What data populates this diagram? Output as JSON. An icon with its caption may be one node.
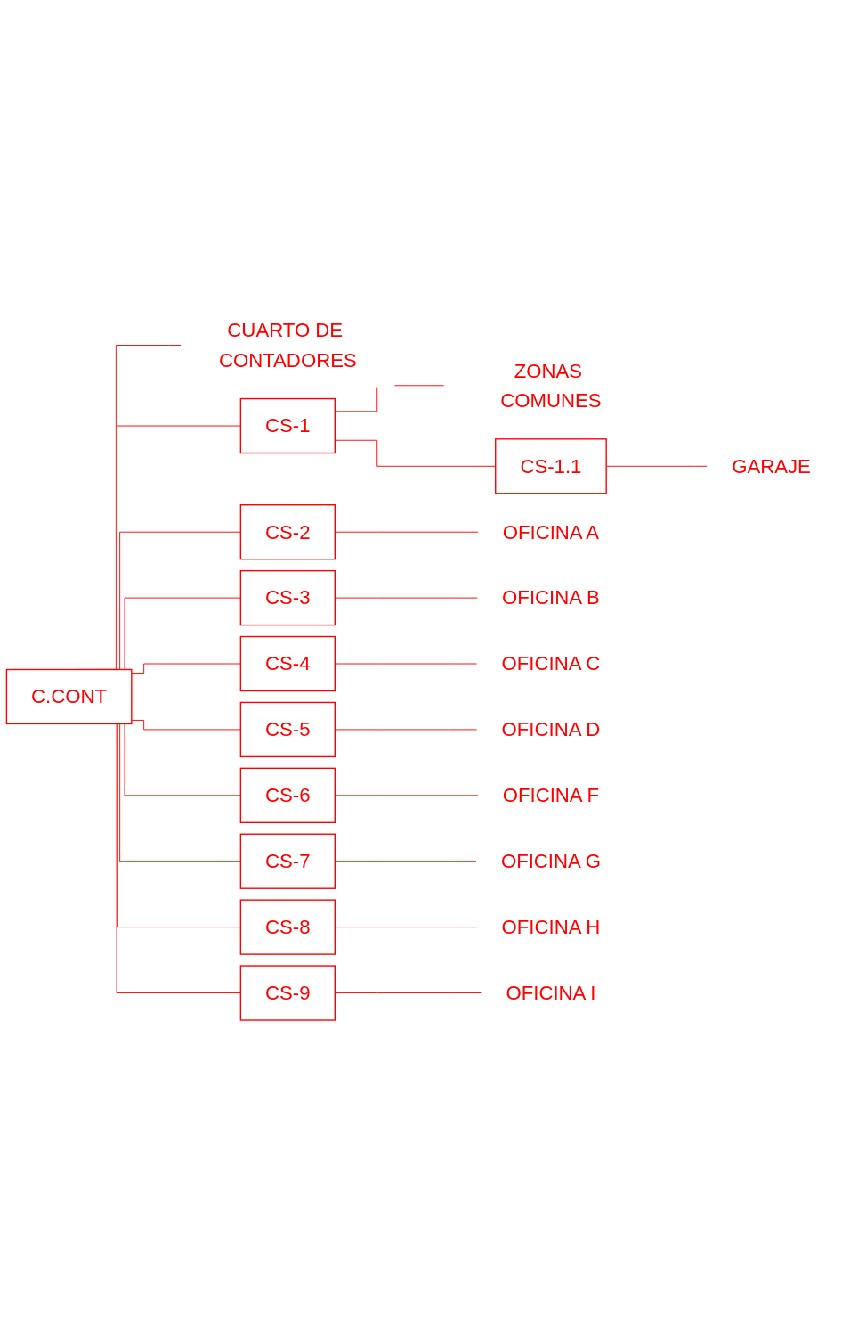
{
  "diagram": {
    "nodes": [
      {
        "text": [
          "C.CONT"
        ]
      },
      {
        "text": [
          "CUARTO DE CONTADORES"
        ]
      },
      {
        "text": [
          "CS-1"
        ]
      },
      {
        "text": [
          "ZONAS COMUNES"
        ]
      },
      {
        "text": [
          "CS-1.1"
        ]
      },
      {
        "text": [
          "GARAJE"
        ]
      },
      {
        "text": [
          "CS-2"
        ]
      },
      {
        "text": [
          "OFICINA A"
        ]
      },
      {
        "text": [
          "CS-3"
        ]
      },
      {
        "text": [
          "OFICINA B"
        ]
      },
      {
        "text": [
          "CS-4"
        ]
      },
      {
        "text": [
          "OFICINA C"
        ]
      },
      {
        "text": [
          "CS-5"
        ]
      },
      {
        "text": [
          "OFICINA D"
        ]
      },
      {
        "text": [
          "CS-6"
        ]
      },
      {
        "text": [
          "OFICINA F"
        ]
      },
      {
        "text": [
          "CS-7"
        ]
      },
      {
        "text": [
          "OFICINA G"
        ]
      },
      {
        "text": [
          "CS-8"
        ]
      },
      {
        "text": [
          "OFICINA H"
        ]
      },
      {
        "text": [
          "CS-9"
        ]
      },
      {
        "text": [
          "OFICINA I"
        ]
      }
    ],
    "edges": [
      {
        "from": 0,
        "to": 1,
        "arrow": "none"
      },
      {
        "from": 0,
        "to": 2,
        "arrow": "none"
      },
      {
        "from": 2,
        "to": 3,
        "arrow": "none"
      },
      {
        "from": 2,
        "to": 4,
        "arrow": "none"
      },
      {
        "from": 4,
        "to": 5,
        "arrow": "none"
      },
      {
        "from": 0,
        "to": 6,
        "arrow": "none"
      },
      {
        "from": 6,
        "to": 7,
        "arrow": "none"
      },
      {
        "from": 0,
        "to": 8,
        "arrow": "none"
      },
      {
        "from": 8,
        "to": 9,
        "arrow": "none"
      },
      {
        "from": 0,
        "to": 10,
        "arrow": "none"
      },
      {
        "from": 10,
        "to": 11,
        "arrow": "none"
      },
      {
        "from": 0,
        "to": 12,
        "arrow": "none"
      },
      {
        "from": 12,
        "to": 13,
        "arrow": "none"
      },
      {
        "from": 0,
        "to": 14,
        "arrow": "none"
      },
      {
        "from": 14,
        "to": 15,
        "arrow": "none"
      },
      {
        "from": 0,
        "to": 16,
        "arrow": "none"
      },
      {
        "from": 16,
        "to": 17,
        "arrow": "none"
      },
      {
        "from": 0,
        "to": 18,
        "arrow": "none"
      },
      {
        "from": 18,
        "to": 19,
        "arrow": "none"
      },
      {
        "from": 0,
        "to": 20,
        "arrow": "none"
      },
      {
        "from": 20,
        "to": 21,
        "arrow": "none"
      }
    ]
  }
}
